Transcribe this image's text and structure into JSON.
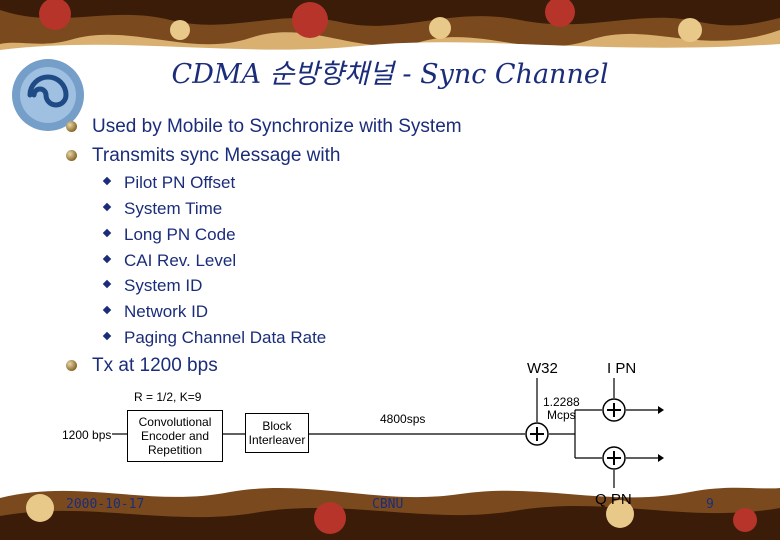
{
  "slide": {
    "title": "CDMA 순방향채널 - Sync Channel",
    "bullets": [
      "Used by Mobile to Synchronize with System",
      "Transmits sync Message with"
    ],
    "sub_items": [
      "Pilot PN Offset",
      "System Time",
      "Long PN Code",
      "CAI Rev. Level",
      "System ID",
      "Network ID",
      "Paging Channel Data Rate"
    ],
    "last_bullet": "Tx at 1200 bps"
  },
  "diagram": {
    "input_rate": "1200 bps",
    "code_params": "R = 1/2, K=9",
    "conv_encoder": [
      "Convolutional",
      "Encoder and",
      "Repetition"
    ],
    "interleaver": [
      "Block",
      "Interleaver"
    ],
    "symbol_rate": "4800sps",
    "walsh": "W32",
    "chip_rate": [
      "1.2288",
      "Mcps"
    ],
    "i_pn": "I PN",
    "q_pn": "Q PN"
  },
  "footer": {
    "date": "2000-10-17",
    "org": "CBNU",
    "page": "9"
  },
  "colors": {
    "text": "#1b2d7a",
    "band_wood": "#7a4a1e",
    "band_dark": "#2a1506",
    "band_light": "#e8c98a",
    "logo": "#4a7ab0"
  }
}
